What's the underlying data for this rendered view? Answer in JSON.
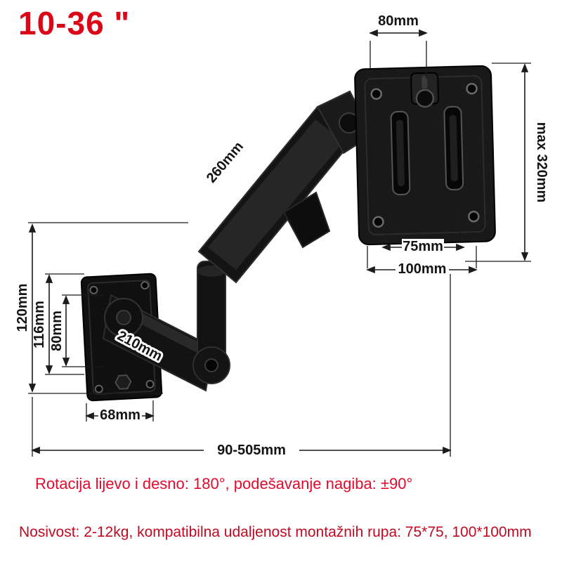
{
  "title": "10-36 \"",
  "colors": {
    "accent_red": "#db0617",
    "note_red": "#e30b2d",
    "dark_red": "#c10a22",
    "product_black": "#141414"
  },
  "dims": {
    "top_width": "80mm",
    "upper_arm": "260mm",
    "max_height": "max 320mm",
    "vesa_75": "75mm",
    "vesa_100": "100mm",
    "left_120": "120mm",
    "left_116": "116mm",
    "left_80": "80mm",
    "lower_arm": "210mm",
    "wall_width": "68mm",
    "extension": "90-505mm"
  },
  "notes": {
    "rotation": "Rotacija lijevo i desno: 180°, podešavanje nagiba: ±90°",
    "capacity": "Nosivost: 2-12kg, kompatibilna udaljenost montažnih rupa: 75*75, 100*100mm"
  }
}
